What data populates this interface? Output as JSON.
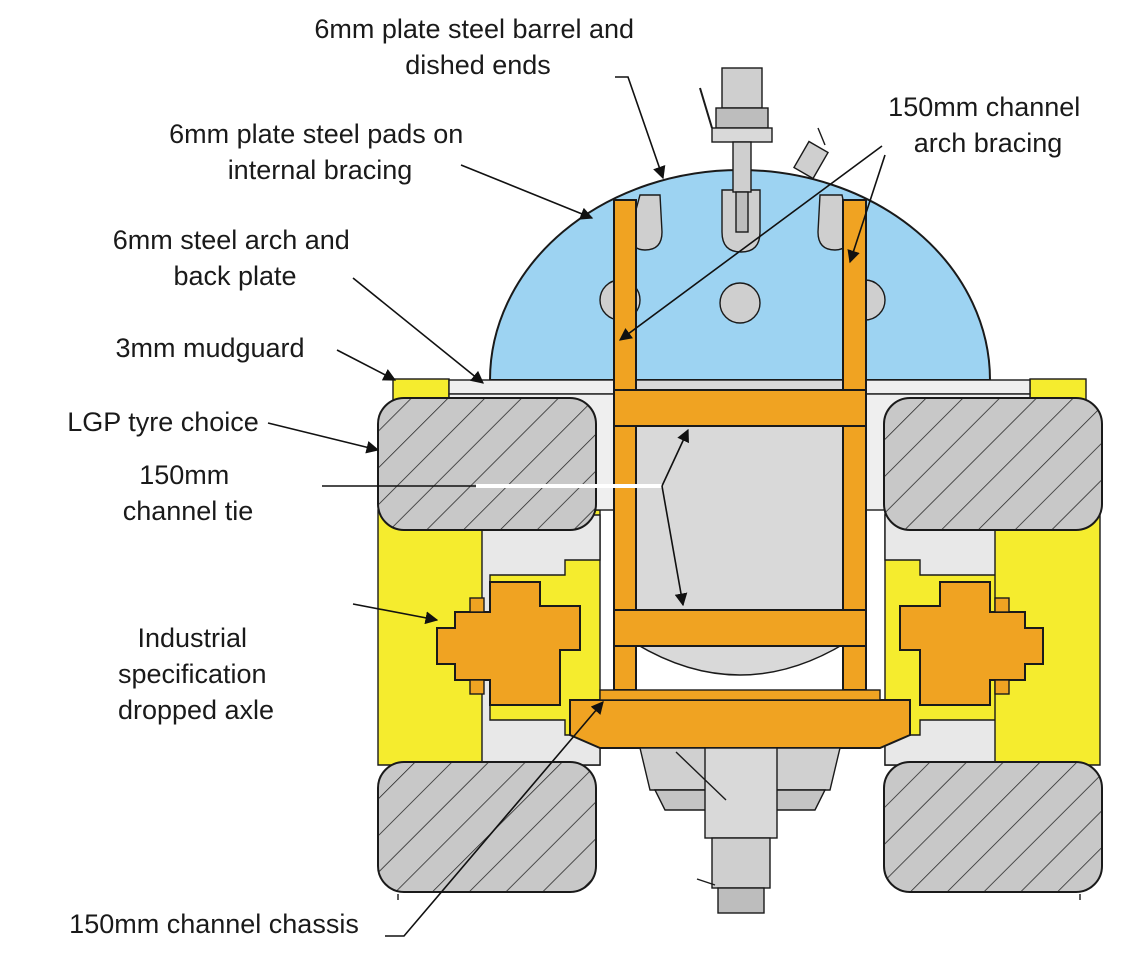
{
  "labels": {
    "barrel": [
      "6mm plate steel barrel and",
      "dished ends"
    ],
    "pads": [
      "6mm plate steel pads on",
      "internal bracing"
    ],
    "arch_plate": [
      "6mm steel arch and",
      "back plate"
    ],
    "mudguard": [
      "3mm mudguard"
    ],
    "tyre": [
      "LGP tyre choice"
    ],
    "channel_tie": [
      "150mm",
      "channel tie"
    ],
    "axle": [
      "Industrial",
      "specification",
      "dropped axle"
    ],
    "chassis": [
      "150mm channel chassis"
    ],
    "arch_bracing": [
      "150mm channel",
      "arch bracing"
    ]
  },
  "colors": {
    "tank": "#9dd3f2",
    "steel_frame": "#f0a322",
    "mudguard": "#f5ec2e",
    "tyre": "#c8c8c8",
    "interior": "#d9d9d9",
    "outline": "#1a1a1a"
  }
}
